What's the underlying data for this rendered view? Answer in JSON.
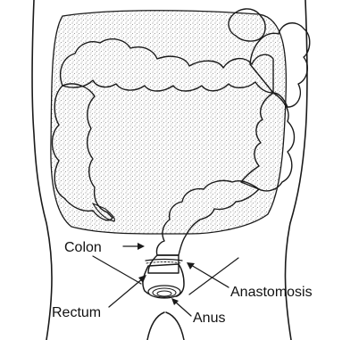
{
  "labels": {
    "colon": "Colon",
    "anastomosis": "Anastomosis",
    "rectum": "Rectum",
    "anus": "Anus"
  },
  "colors": {
    "ink": "#1a1a1a",
    "stipple": "#6e6e6e",
    "background": "#ffffff"
  }
}
